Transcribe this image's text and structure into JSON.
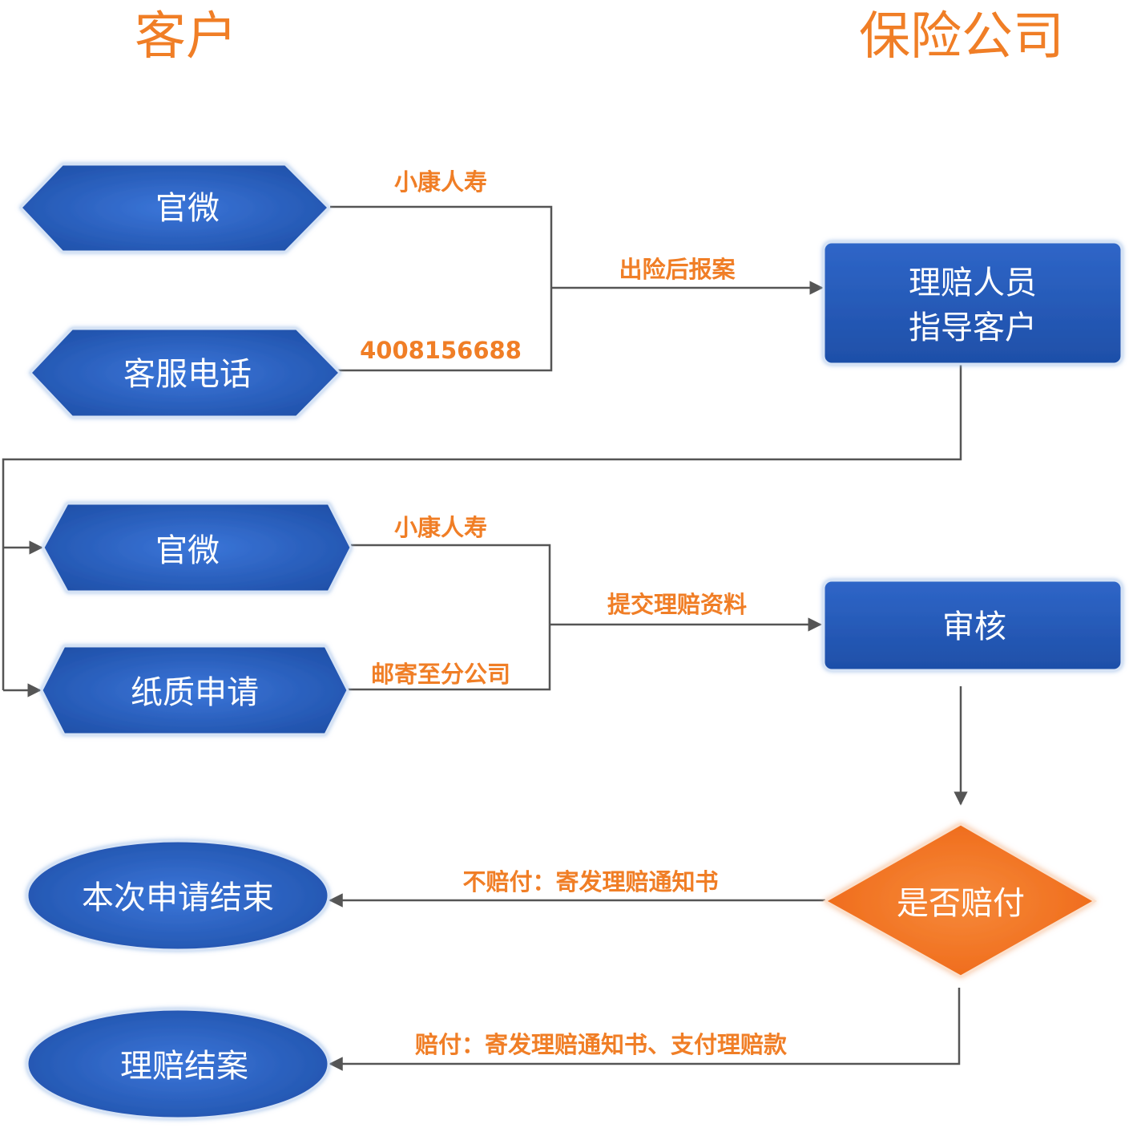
{
  "header": {
    "customer": "客户",
    "insurer": "保险公司"
  },
  "nodes": {
    "guanwei_1": "官微",
    "kefu_phone": "客服电话",
    "adjuster_line1": "理赔人员",
    "adjuster_line2": "指导客户",
    "guanwei_2": "官微",
    "paper_application": "纸质申请",
    "review": "审核",
    "pay_decision": "是否赔付",
    "application_end": "本次申请结束",
    "claim_closed": "理赔结案"
  },
  "labels": {
    "xiaokang_1": "小康人寿",
    "phone_number": "4008156688",
    "report": "出险后报案",
    "xiaokang_2": "小康人寿",
    "submit_materials": "提交理赔资料",
    "mail_branch": "邮寄至分公司",
    "no_pay": "不赔付：寄发理赔通知书",
    "pay": "赔付：寄发理赔通知书、支付理赔款"
  },
  "colors": {
    "accent": "#f07e26",
    "node_blue": "#2f63c2",
    "node_blue_dark": "#1d4da3",
    "decision_orange": "#f2701e",
    "connector": "#555555"
  }
}
